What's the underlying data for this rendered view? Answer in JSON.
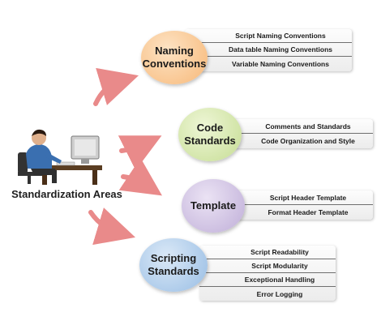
{
  "central": {
    "label": "Standardization Areas",
    "illustration_icon": "person-at-computer-icon"
  },
  "categories": [
    {
      "title": "Naming Conventions",
      "items": [
        "Script Naming Conventions",
        "Data table Naming Conventions",
        "Variable Naming Conventions"
      ]
    },
    {
      "title": "Code Standards",
      "items": [
        "Comments and Standards",
        "Code Organization and Style"
      ]
    },
    {
      "title": "Template",
      "items": [
        "Script Header Template",
        "Format Header Template"
      ]
    },
    {
      "title": "Scripting Standards",
      "items": [
        "Script Readability",
        "Script Modularity",
        "Exceptional Handling",
        "Error Logging"
      ]
    }
  ],
  "colors": {
    "naming": "#f7c08a",
    "code": "#cfe3a4",
    "template": "#c9b9dd",
    "scripting": "#a9c8e8",
    "arrow": "#e98a8a"
  }
}
